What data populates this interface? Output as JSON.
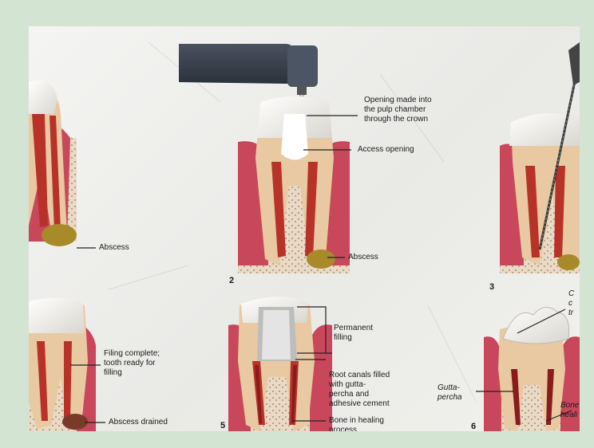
{
  "labels": {
    "opening": "Opening made into\nthe pulp chamber\nthrough the crown",
    "access_opening": "Access opening",
    "abscess_left": "Abscess",
    "abscess_mid": "Abscess",
    "filling_complete": "Filing complete;\ntooth ready for\nfilling",
    "abscess_drained": "Abscess drained",
    "permanent_filling": "Permanent\nfilling",
    "root_canals": "Root canals filled\nwith gutta-\npercha and\nadhesive cement",
    "bone_healing_mid": "Bone in healing\nprocess",
    "gutta_percha": "Gutta-\npercha",
    "bone_healing_right": "Bone\nheali",
    "partial_right": "C\nc\ntr"
  },
  "step_numbers": {
    "two": "2",
    "three": "3",
    "five": "5",
    "six": "6"
  },
  "colors": {
    "background": "#d3e4d3",
    "paper": "#eeeeeb",
    "gum": "#c8475a",
    "pulp": "#b8322a",
    "dentin": "#e8c9a2",
    "bone": "#e6d7c3",
    "abscess": "#a88a2a",
    "drill": "#3d4450"
  }
}
